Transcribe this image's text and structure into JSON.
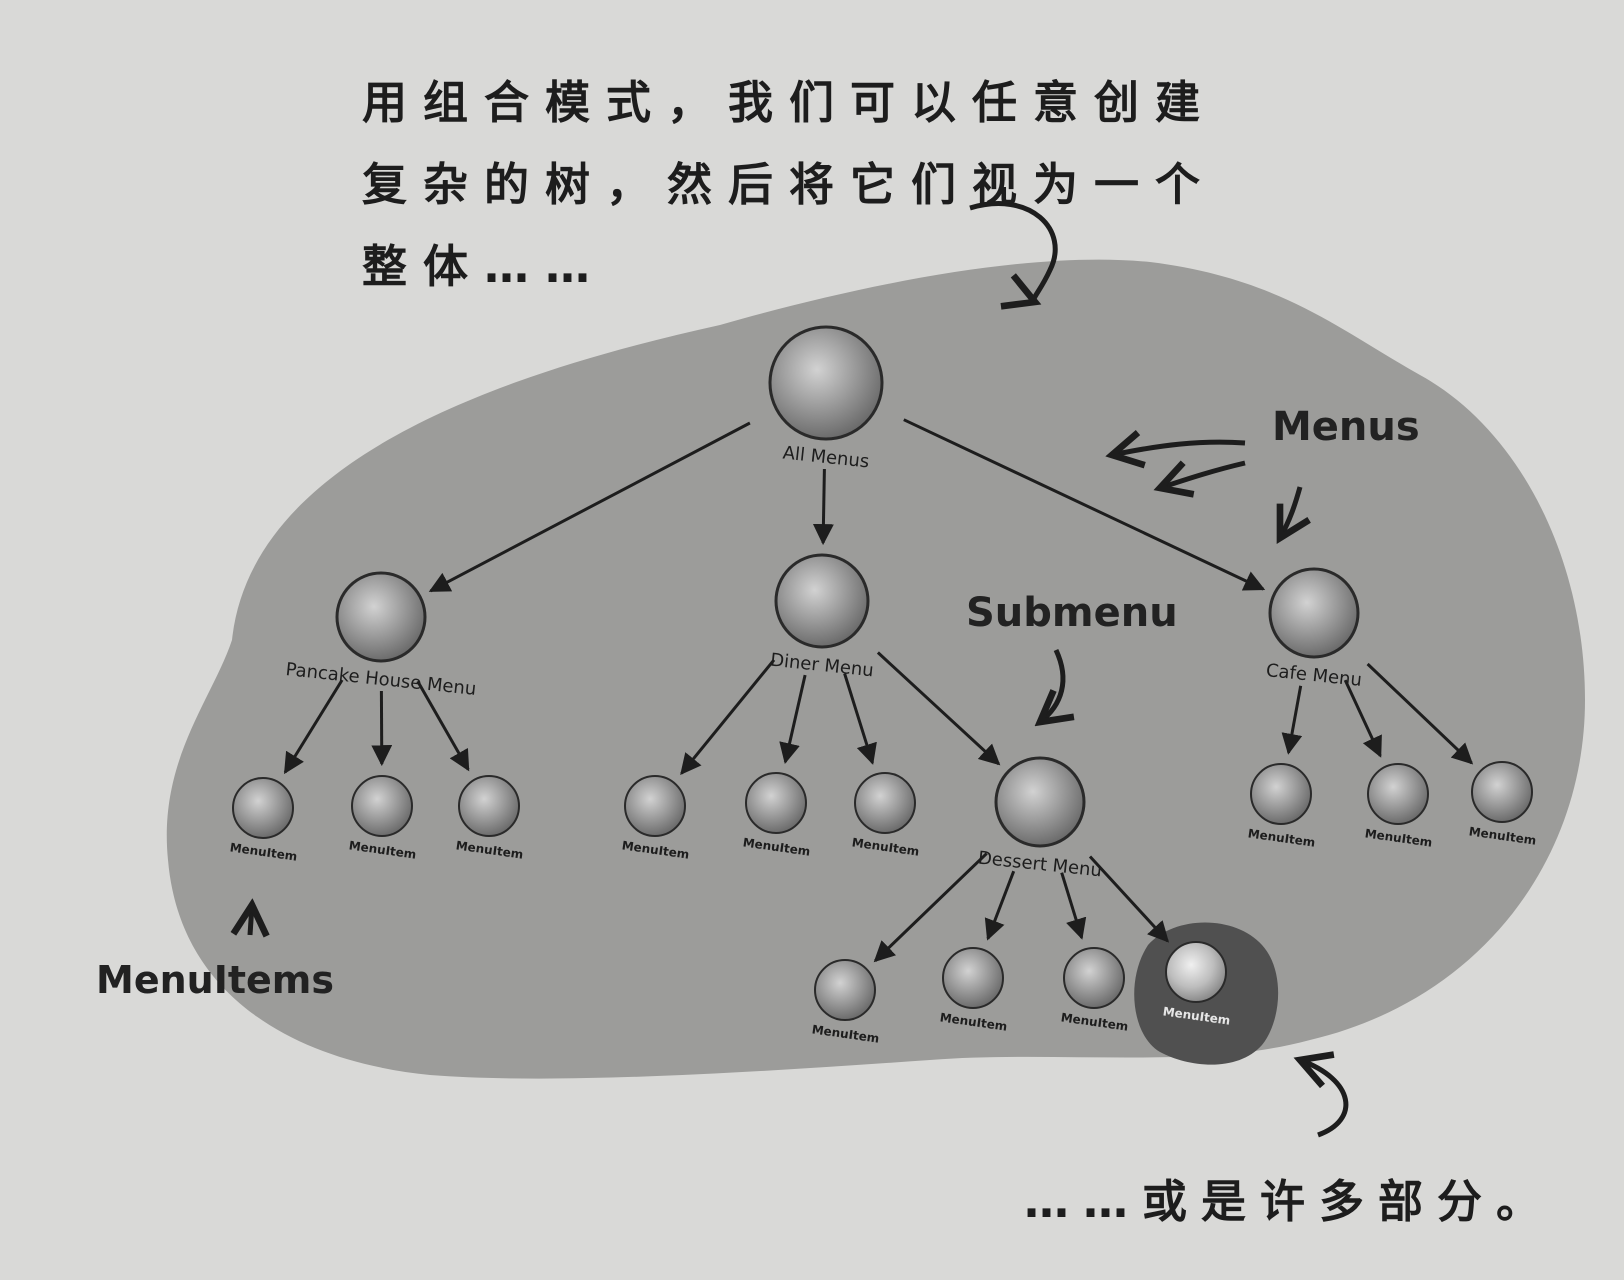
{
  "captions": {
    "top_line1": "用组合模式，我们可以任意创建",
    "top_line2": "复杂的树，然后将它们视为一个",
    "top_line3": "整体……",
    "bottom": "……或是许多部分。"
  },
  "callouts": {
    "menus": "Menus",
    "submenu": "Submenu",
    "menuitems": "MenuItems"
  },
  "colors": {
    "blob": "#9c9c9a",
    "node": "#8e8e8e",
    "highlight_blob": "#505050",
    "ink": "#1d1d1d"
  },
  "tree": {
    "label": "All Menus",
    "children": [
      {
        "label": "Pancake House Menu",
        "children": [
          {
            "label": "MenuItem"
          },
          {
            "label": "MenuItem"
          },
          {
            "label": "MenuItem"
          }
        ]
      },
      {
        "label": "Diner Menu",
        "children": [
          {
            "label": "MenuItem"
          },
          {
            "label": "MenuItem"
          },
          {
            "label": "MenuItem"
          },
          {
            "label": "Dessert Menu",
            "children": [
              {
                "label": "MenuItem"
              },
              {
                "label": "MenuItem"
              },
              {
                "label": "MenuItem"
              },
              {
                "label": "MenuItem",
                "highlighted": true
              }
            ]
          }
        ]
      },
      {
        "label": "Cafe Menu",
        "children": [
          {
            "label": "MenuItem"
          },
          {
            "label": "MenuItem"
          },
          {
            "label": "MenuItem"
          }
        ]
      }
    ]
  }
}
